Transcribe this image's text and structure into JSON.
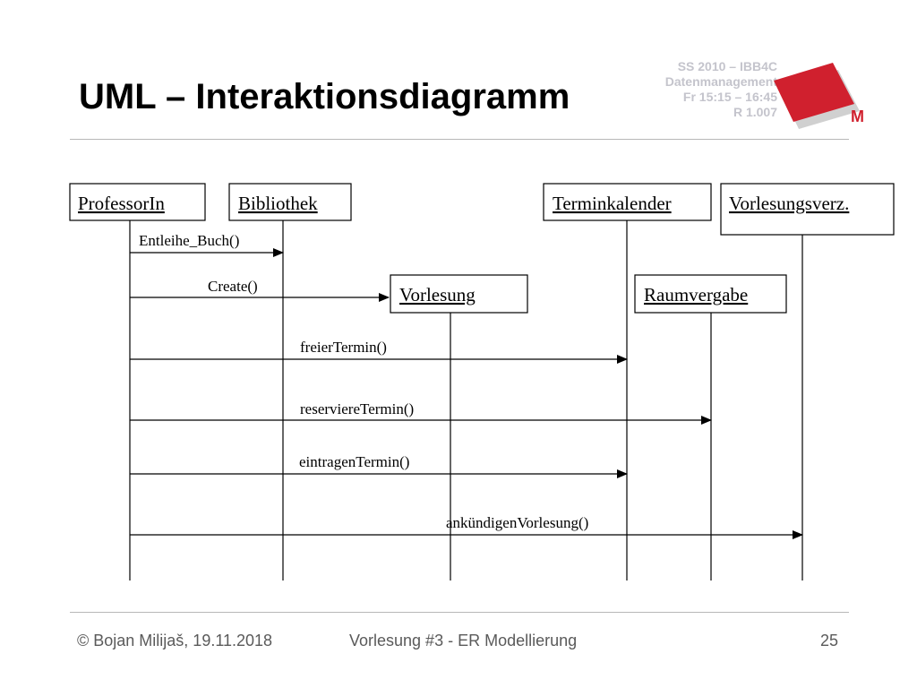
{
  "title": "UML – Interaktionsdiagramm",
  "course_info": {
    "line1": "SS 2010 – IBB4C",
    "line2": "Datenmanagement",
    "line3": "Fr 15:15 – 16:45",
    "line4": "R 1.007"
  },
  "logo": {
    "letter": "M",
    "color": "#d0202e"
  },
  "diagram": {
    "objects": [
      {
        "id": "professorin",
        "label": "ProfessorIn"
      },
      {
        "id": "bibliothek",
        "label": "Bibliothek"
      },
      {
        "id": "terminkalender",
        "label": "Terminkalender"
      },
      {
        "id": "vorlesungsverz",
        "label": "Vorlesungsverz."
      },
      {
        "id": "vorlesung",
        "label": "Vorlesung"
      },
      {
        "id": "raumvergabe",
        "label": "Raumvergabe"
      }
    ],
    "messages": [
      {
        "label": "Entleihe_Buch()",
        "from": "professorin",
        "to": "bibliothek"
      },
      {
        "label": "Create()",
        "from": "professorin",
        "to": "vorlesung"
      },
      {
        "label": "freierTermin()",
        "from": "professorin",
        "to": "terminkalender"
      },
      {
        "label": "reserviereTermin()",
        "from": "professorin",
        "to": "raumvergabe"
      },
      {
        "label": "eintragenTermin()",
        "from": "professorin",
        "to": "terminkalender"
      },
      {
        "label": "ankündigenVorlesung()",
        "from": "professorin",
        "to": "vorlesungsverz"
      }
    ]
  },
  "footer": {
    "author": "© Bojan Milijaš, 19.11.2018",
    "lecture": "Vorlesung #3 - ER Modellierung",
    "page": "25"
  }
}
